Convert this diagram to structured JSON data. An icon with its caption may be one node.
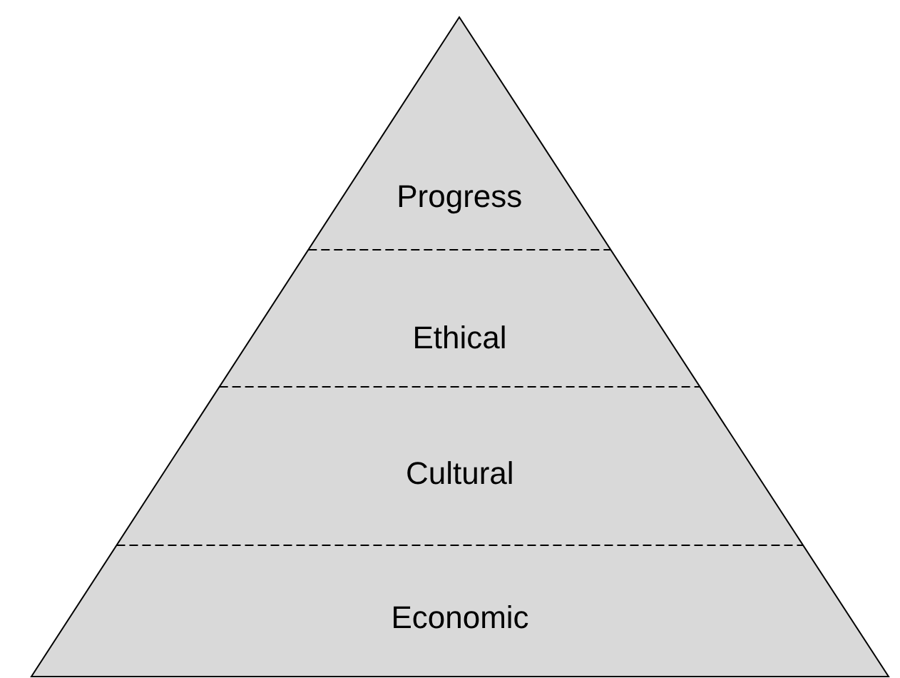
{
  "diagram": {
    "nodes": [
      {
        "text": [
          "Progress"
        ]
      },
      {
        "text": [
          "Ethical"
        ]
      },
      {
        "text": [
          "Cultural"
        ]
      },
      {
        "text": [
          "Economic"
        ]
      }
    ]
  }
}
